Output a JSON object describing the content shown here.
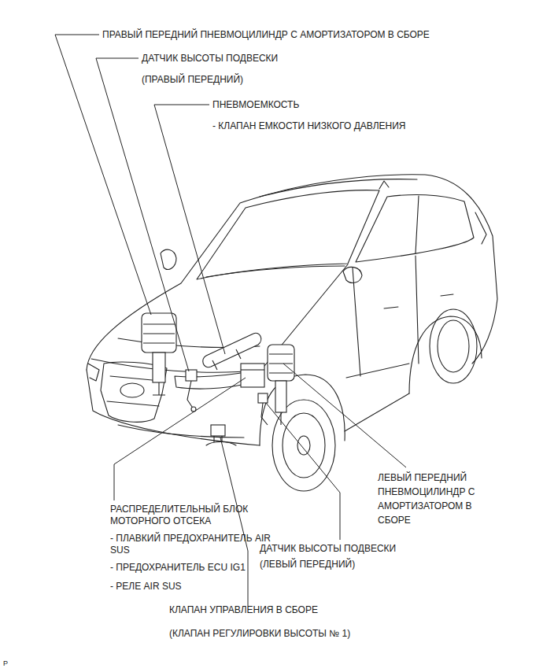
{
  "diagram": {
    "labels": [
      "ПРАВЫЙ ПЕРЕДНИЙ ПНЕВМОЦИЛИНДР С АМОРТИЗАТОРОМ В СБОРЕ",
      "ДАТЧИК ВЫСОТЫ ПОДВЕСКИ",
      "(ПРАВЫЙ ПЕРЕДНИЙ)",
      "ПНЕВМОЕМКОСТЬ",
      "- КЛАПАН ЕМКОСТИ НИЗКОГО ДАВЛЕНИЯ",
      "ЛЕВЫЙ ПЕРЕДНИЙ ПНЕВМОЦИЛИНДР С АМОРТИЗАТОРОМ В СБОРЕ",
      "РАСПРЕДЕЛИТЕЛЬНЫЙ БЛОК МОТОРНОГО ОТСЕКА",
      "- ПЛАВКИЙ ПРЕДОХРАНИТЕЛЬ AIR SUS",
      "- ПРЕДОХРАНИТЕЛЬ ECU IG1",
      "- РЕЛЕ AIR SUS",
      "ДАТЧИК ВЫСОТЫ ПОДВЕСКИ",
      "(ЛЕВЫЙ ПЕРЕДНИЙ)",
      "КЛАПАН УПРАВЛЕНИЯ В СБОРЕ",
      "(КЛАПАН РЕГУЛИРОВКИ ВЫСОТЫ № 1)",
      "P"
    ]
  }
}
